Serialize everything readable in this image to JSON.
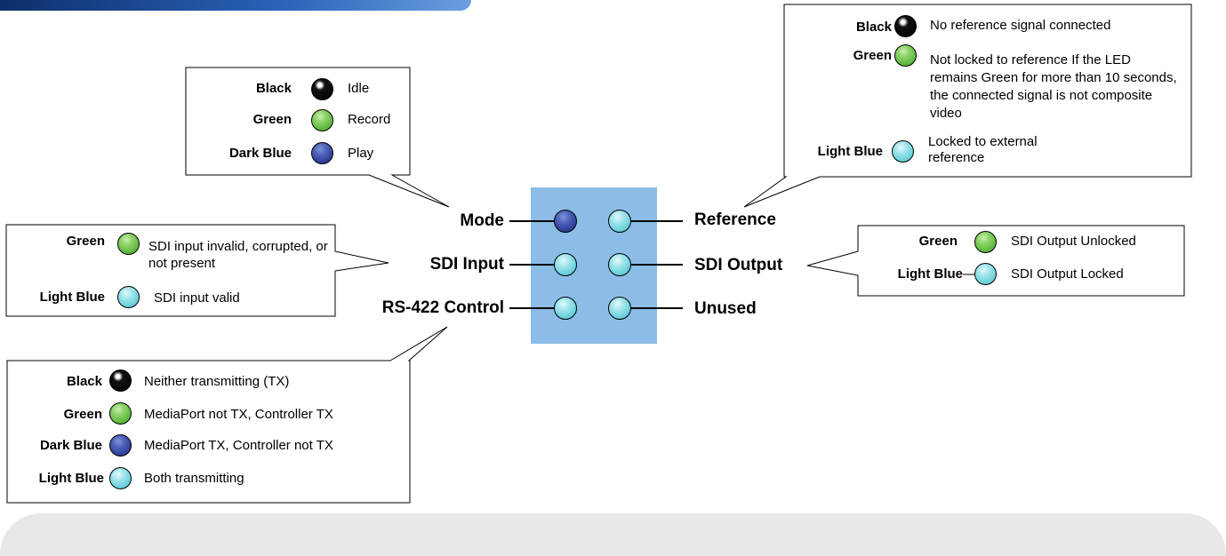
{
  "colors": {
    "panel": "#8bbde6",
    "black": "#000000",
    "green": "#6cc24a",
    "dark_blue": "#2f3f98",
    "light_blue": "#6ccfdb"
  },
  "controls": {
    "left": [
      "Mode",
      "SDI Input",
      "RS-422 Control"
    ],
    "right": [
      "Reference",
      "SDI Output",
      "Unused"
    ]
  },
  "mode_box": {
    "rows": [
      {
        "key": "Black",
        "color": "black",
        "desc": "Idle"
      },
      {
        "key": "Green",
        "color": "green",
        "desc": "Record"
      },
      {
        "key": "Dark Blue",
        "color": "dark_blue",
        "desc": "Play"
      }
    ]
  },
  "reference_box": {
    "rows": [
      {
        "key": "Black",
        "color": "black",
        "desc": "No reference signal connected"
      },
      {
        "key": "Green",
        "color": "green",
        "desc": "Not locked to reference  If the LED remains Green for more than 10 seconds, the connected signal is not composite video"
      },
      {
        "key": "Light Blue",
        "color": "light_blue",
        "desc": "Locked to external reference"
      }
    ]
  },
  "sdi_input_box": {
    "rows": [
      {
        "key": "Green",
        "color": "green",
        "desc": "SDI input invalid, corrupted, or not present"
      },
      {
        "key": "Light Blue",
        "color": "light_blue",
        "desc": "SDI input  valid"
      }
    ]
  },
  "sdi_output_box": {
    "rows": [
      {
        "key": "Green",
        "color": "green",
        "desc": "SDI Output Unlocked"
      },
      {
        "key": "Light Blue",
        "color": "light_blue",
        "desc": "SDI Output Locked"
      }
    ]
  },
  "rs422_box": {
    "rows": [
      {
        "key": "Black",
        "color": "black",
        "desc": "Neither transmitting (TX)"
      },
      {
        "key": "Green",
        "color": "green",
        "desc": "MediaPort  not TX, Controller TX"
      },
      {
        "key": "Dark Blue",
        "color": "dark_blue",
        "desc": "MediaPort  TX, Controller not TX"
      },
      {
        "key": "Light Blue",
        "color": "light_blue",
        "desc": "Both transmitting"
      }
    ]
  },
  "panel_leds": {
    "left": [
      "dark_blue",
      "light_blue",
      "light_blue"
    ],
    "right": [
      "light_blue",
      "light_blue",
      "light_blue"
    ]
  }
}
